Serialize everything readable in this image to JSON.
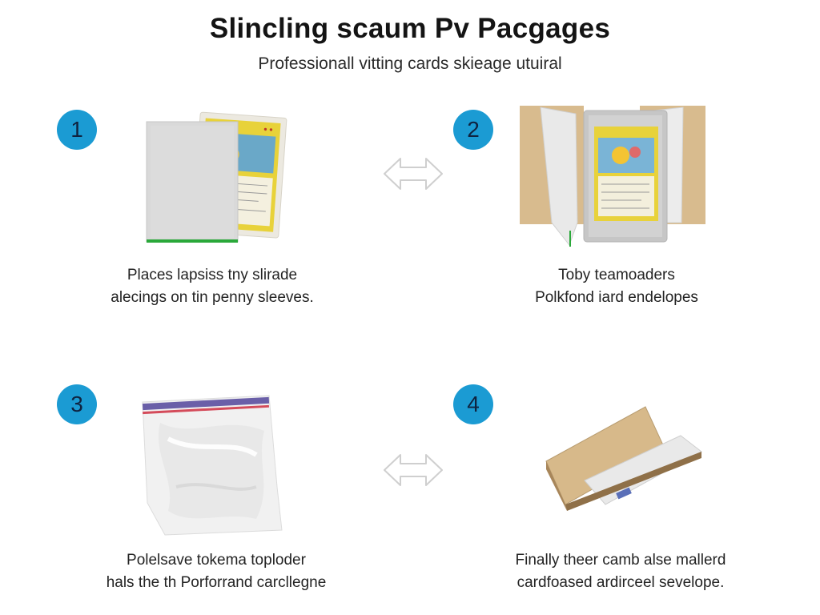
{
  "title": "Slincling scaum Pv Pacgages",
  "subtitle": "Professionall vitting cards skieage utuiral",
  "steps": [
    {
      "number": "1",
      "line1": "Places lapsiss tny slirade",
      "line2": "alecings on tin penny sleeves."
    },
    {
      "number": "2",
      "line1": "Toby teamoaders",
      "line2": "Polkfond iard endelopes"
    },
    {
      "number": "3",
      "line1": "Polelsave tokema toploder",
      "line2": "hals the th Porforrand carcllegne"
    },
    {
      "number": "4",
      "line1": "Finally theer camb alse mallerd",
      "line2": "cardfoased ardirceel sevelope."
    }
  ],
  "colors": {
    "badge": "#1b9bd3",
    "accent_green": "#2aa83a",
    "kraft": "#d4b78a",
    "card_yellow": "#e8d23a"
  },
  "icons": [
    "double-arrow-icon",
    "double-arrow-icon"
  ]
}
